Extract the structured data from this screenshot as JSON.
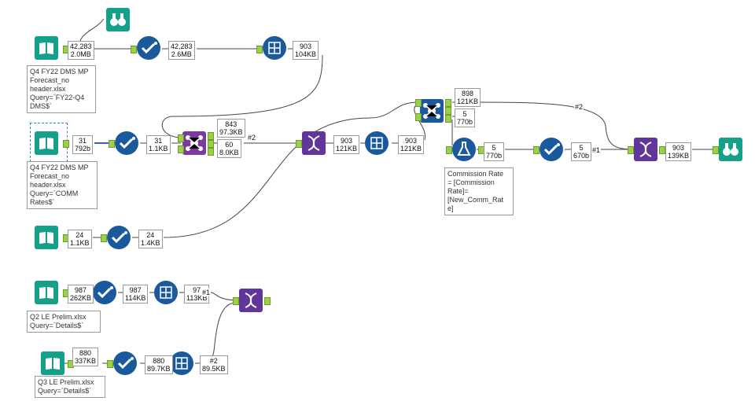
{
  "colors": {
    "input": "#14a089",
    "select": "#1a5a9c",
    "join": "#7a3aa0",
    "formula": "#1a5a9c",
    "summarize": "#1a5a9c",
    "union": "#62359a",
    "browse": "#14a089",
    "wire": "#444444",
    "selected_wire": "#3a5fd1"
  },
  "badges": {
    "b1": {
      "count": "42,283",
      "size": "2.0MB"
    },
    "b2": {
      "count": "42,283",
      "size": "2.6MB"
    },
    "b3": {
      "count": "903",
      "size": "104KB"
    },
    "b4": {
      "count": "31",
      "size": "792b"
    },
    "b5": {
      "count": "31",
      "size": "1.1KB"
    },
    "b6": {
      "count": "843",
      "size": "97.3KB"
    },
    "b7": {
      "count": "60",
      "size": "8.0KB"
    },
    "b8": {
      "count": "903",
      "size": "121KB"
    },
    "b9": {
      "count": "903",
      "size": "121KB"
    },
    "b10": {
      "count": "898",
      "size": "121KB"
    },
    "b11": {
      "count": "5",
      "size": "770b"
    },
    "b12": {
      "count": "5",
      "size": "770b"
    },
    "b13": {
      "count": "5",
      "size": "670b"
    },
    "b14": {
      "count": "903",
      "size": "139KB"
    },
    "b15": {
      "count": "24",
      "size": "1.1KB"
    },
    "b16": {
      "count": "24",
      "size": "1.4KB"
    },
    "b17": {
      "count": "987",
      "size": "262KB"
    },
    "b18": {
      "count": "987",
      "size": "114KB"
    },
    "b19": {
      "count": "97",
      "size": "113KB"
    },
    "b20": {
      "count": "880",
      "size": "337KB"
    },
    "b21": {
      "count": "880",
      "size": "89.7KB"
    },
    "b22": {
      "count": "#2",
      "size": "89.5KB"
    }
  },
  "annotations": {
    "a1": "Q4 FY22 DMS MP\nForecast_no\nheader.xlsx\nQuery=`FY22-Q4\nDMS$`",
    "a2": "Q4 FY22 DMS MP\nForecast_no\nheader.xlsx\nQuery=`COMM\nRates$`",
    "a3": "Commission Rate\n= [Commission\nRate]=\n[New_Comm_Rat\ne]",
    "a4": "Q2 LE Prelim.xlsx\nQuery=`Details$`",
    "a5": "Q3 LE Prelim.xlsx\nQuery=`Details$`"
  },
  "wire_labels": {
    "w1": "#2",
    "w2": "#2",
    "w3": "#1",
    "w4": "#1"
  },
  "icons": {
    "input": "open-book-icon",
    "select": "checkmark-icon",
    "join": "join-icon",
    "formula": "flask-icon",
    "union": "dna-icon",
    "browse": "binoculars-icon",
    "summarize": "sigma-grid-icon"
  }
}
